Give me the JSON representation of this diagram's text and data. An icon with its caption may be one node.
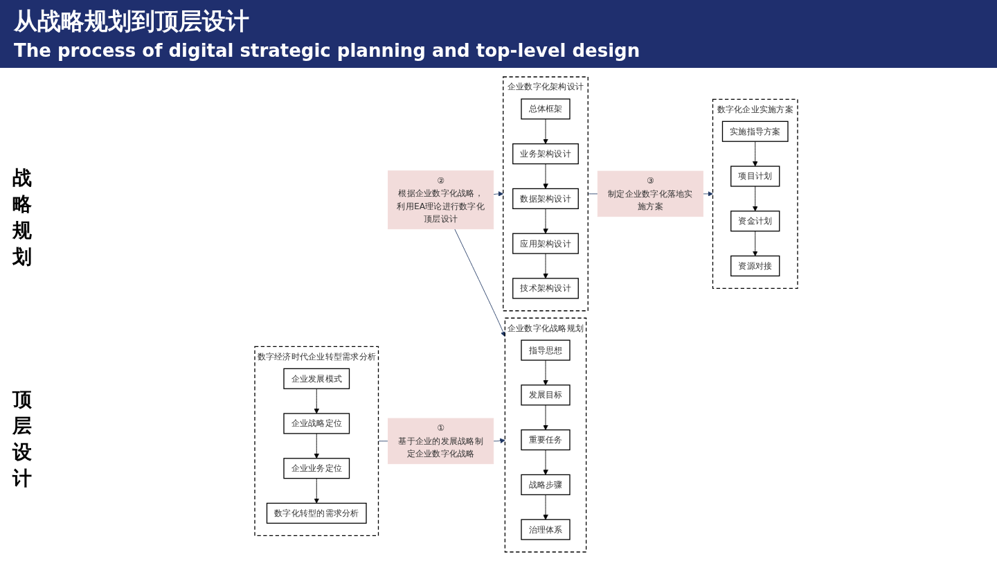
{
  "diagram": {
    "title": "从战略规划到顶层设计",
    "nodes": [
      {
        "text": [
          "数字经济时代企业转型需求分析"
        ]
      },
      {
        "text": [
          "企业发展模式"
        ],
        "in": 0
      },
      {
        "text": [
          "企业战略定位"
        ],
        "in": 0
      },
      {
        "text": [
          "企业业务定位"
        ],
        "in": 0
      },
      {
        "text": [
          "数字化转型的需求分析"
        ],
        "in": 0
      },
      {
        "text": [
          "企业数字化战略规划"
        ]
      },
      {
        "text": [
          "指导思想"
        ],
        "in": 5
      },
      {
        "text": [
          "发展目标"
        ],
        "in": 5
      },
      {
        "text": [
          "重要任务"
        ],
        "in": 5
      },
      {
        "text": [
          "战略步骤"
        ],
        "in": 5
      },
      {
        "text": [
          "治理体系"
        ],
        "in": 5
      },
      {
        "text": [
          "①",
          "基于企业的发展战略制定企业数字化战略"
        ]
      },
      {
        "text": [
          "②",
          "根据企业数字化战略，利用EA理论进行数字化顶层设计"
        ]
      },
      {
        "text": [
          "企业数字化架构设计"
        ]
      },
      {
        "text": [
          "总体框架"
        ],
        "in": 13
      },
      {
        "text": [
          "业务架构设计"
        ],
        "in": 13
      },
      {
        "text": [
          "数据架构设计"
        ],
        "in": 13
      },
      {
        "text": [
          "应用架构设计"
        ],
        "in": 13
      },
      {
        "text": [
          "技术架构设计"
        ],
        "in": 13
      },
      {
        "text": [
          "③",
          "制定企业数字化落地实施方案"
        ]
      },
      {
        "text": [
          "数字化企业实施方案"
        ]
      },
      {
        "text": [
          "实施指导方案"
        ],
        "in": 20
      },
      {
        "text": [
          "项目计划"
        ],
        "in": 20
      },
      {
        "text": [
          "资金计划"
        ],
        "in": 20
      },
      {
        "text": [
          "资源对接"
        ],
        "in": 20
      }
    ],
    "edges": [
      {
        "from": 1,
        "to": 2,
        "arrow": "to"
      },
      {
        "from": 2,
        "to": 3,
        "arrow": "to"
      },
      {
        "from": 3,
        "to": 4,
        "arrow": "to"
      },
      {
        "from": 6,
        "to": 7,
        "arrow": "to"
      },
      {
        "from": 7,
        "to": 8,
        "arrow": "to"
      },
      {
        "from": 8,
        "to": 9,
        "arrow": "to"
      },
      {
        "from": 9,
        "to": 10,
        "arrow": "to"
      },
      {
        "from": 14,
        "to": 15,
        "arrow": "to"
      },
      {
        "from": 15,
        "to": 16,
        "arrow": "to"
      },
      {
        "from": 16,
        "to": 17,
        "arrow": "to"
      },
      {
        "from": 17,
        "to": 18,
        "arrow": "to"
      },
      {
        "from": 21,
        "to": 22,
        "arrow": "to"
      },
      {
        "from": 22,
        "to": 23,
        "arrow": "to"
      },
      {
        "from": 23,
        "to": 24,
        "arrow": "to"
      },
      {
        "from": 0,
        "to": 11,
        "arrow": "none",
        "color": "#203864"
      },
      {
        "from": 11,
        "to": 5,
        "arrow": "to",
        "color": "#203864"
      },
      {
        "from": 12,
        "to": 13,
        "arrow": "to",
        "color": "#203864"
      },
      {
        "from": 12,
        "to": 5,
        "arrow": "to",
        "color": "#203864"
      },
      {
        "from": 13,
        "to": 19,
        "arrow": "none",
        "color": "#203864"
      },
      {
        "from": 19,
        "to": 20,
        "arrow": "to",
        "color": "#203864"
      }
    ],
    "labels": [
      "The process of digital strategic planning and top-level design",
      "战略规划",
      "顶层设计"
    ]
  }
}
